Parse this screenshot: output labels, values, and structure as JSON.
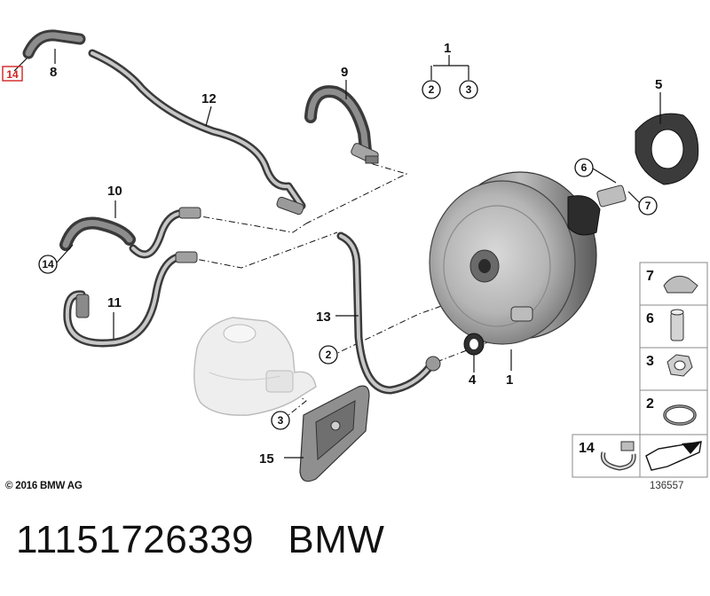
{
  "diagram": {
    "labels": {
      "l1_top": "1",
      "l1_booster": "1",
      "l2_top": "2",
      "l3_top": "3",
      "l2_mid": "2",
      "l3_low": "3",
      "l4": "4",
      "l5": "5",
      "l6": "6",
      "l7": "7",
      "l8": "8",
      "l9": "9",
      "l10": "10",
      "l11": "11",
      "l12": "12",
      "l13": "13",
      "l14_top": "14",
      "l14_mid": "14",
      "l15": "15"
    },
    "legend": {
      "n7": "7",
      "n6": "6",
      "n3": "3",
      "n2": "2",
      "n14": "14"
    },
    "copyright": "© 2016 BMW AG",
    "ref_number": "136557"
  },
  "footer": {
    "part_number": "11151726339",
    "brand": "BMW"
  },
  "colors": {
    "line": "#111111",
    "hose": "#3a3a3a",
    "part_light": "#e8e8e8",
    "part_mid": "#a8a8a8",
    "highlight": "#d22222"
  }
}
